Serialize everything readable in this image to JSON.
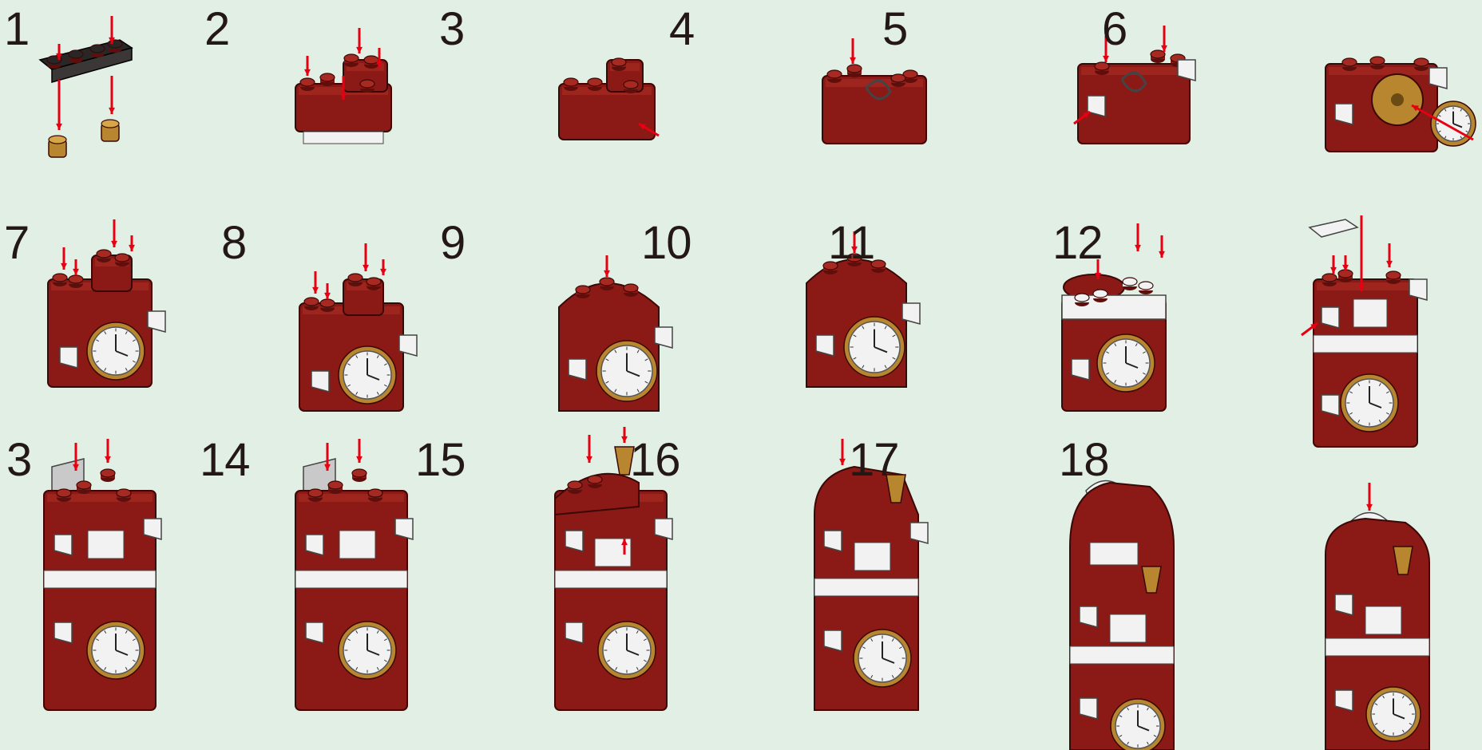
{
  "colors": {
    "background": "#e2efe4",
    "brick": "#8b1a16",
    "brick_top": "#a72a22",
    "brick_dark": "#5e0f0c",
    "white_part": "#f2f2f2",
    "gold": "#b8862e",
    "arrow": "#e60012",
    "black_part": "#2a2626"
  },
  "steps": [
    {
      "number": "1",
      "icon": "black-plate-with-gold-studs"
    },
    {
      "number": "2",
      "icon": "red-brick-base"
    },
    {
      "number": "3",
      "icon": "red-brick-layer"
    },
    {
      "number": "4",
      "icon": "red-brick-with-turntable"
    },
    {
      "number": "5",
      "icon": "red-brick-with-white-slopes"
    },
    {
      "number": "6",
      "icon": "clock-attach"
    },
    {
      "number": "7",
      "icon": "clock-body-step"
    },
    {
      "number": "8",
      "icon": "clock-body-step"
    },
    {
      "number": "9",
      "icon": "clock-body-arch"
    },
    {
      "number": "10",
      "icon": "clock-body-arch"
    },
    {
      "number": "11",
      "icon": "white-plate-layer"
    },
    {
      "number": "12",
      "icon": "white-studs-layer"
    },
    {
      "number": "3",
      "icon": "tall-body-step"
    },
    {
      "number": "14",
      "icon": "tall-body-step"
    },
    {
      "number": "15",
      "icon": "tall-body-with-gold-cone"
    },
    {
      "number": "16",
      "icon": "tall-body-roof"
    },
    {
      "number": "17",
      "icon": "tall-body-with-white-dome"
    },
    {
      "number": "18",
      "icon": "finished-model"
    }
  ]
}
